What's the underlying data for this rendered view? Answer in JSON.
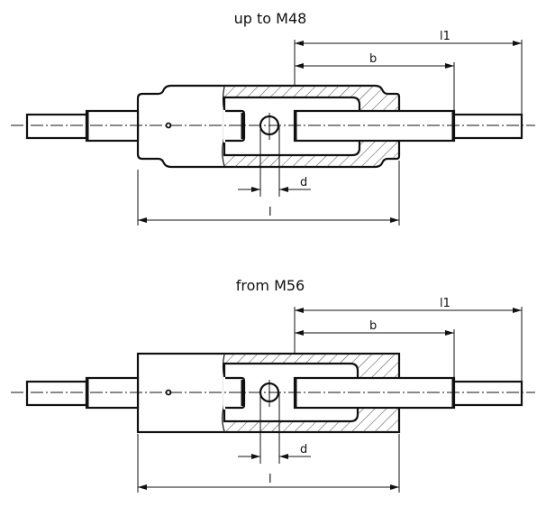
{
  "views": [
    {
      "title": "up to M48",
      "labels": {
        "l1": "l1",
        "b": "b",
        "d": "d",
        "l": "l"
      }
    },
    {
      "title": "from M56",
      "labels": {
        "l1": "l1",
        "b": "b",
        "d": "d",
        "l": "l"
      }
    }
  ],
  "colors": {
    "line": "#111111",
    "background": "#ffffff"
  }
}
